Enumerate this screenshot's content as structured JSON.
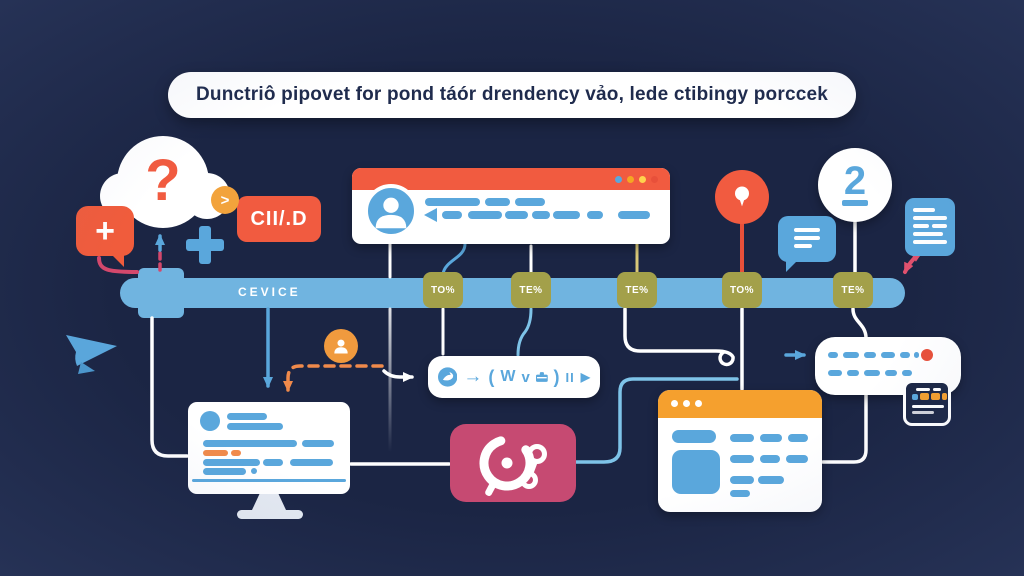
{
  "title": {
    "text": "Dunctriô pipovet for pond táór drendency vảo, lede ctibingy porccek"
  },
  "cloud": {
    "question_mark": "?"
  },
  "badges": {
    "plus_bubble": "+",
    "chevron": ">",
    "cicd": "CII/.D",
    "step_circle": "2"
  },
  "timeline": {
    "device_label": "CEVICE",
    "nodes": [
      {
        "label": "TO%"
      },
      {
        "label": "TE%"
      },
      {
        "label": "TE%"
      },
      {
        "label": "TO%"
      },
      {
        "label": "TE%"
      }
    ]
  },
  "command_bar": {
    "tokens": {
      "arrow": "→",
      "open_paren": "(",
      "w": "W",
      "v": "v",
      "close_paren": ")",
      "pause": "II",
      "play": "▶"
    }
  },
  "icons": [
    "cloud-icon",
    "question-mark",
    "plus-icon",
    "chevron-icon",
    "lightbulb-icon",
    "chat-bubble-icon",
    "document-icon",
    "megaphone-icon",
    "person-icon",
    "bird-icon",
    "briefcase-icon",
    "robot-arm-icon",
    "monitor-icon",
    "red-dot",
    "window-dots"
  ],
  "colors": {
    "background": "#1b2544",
    "accent_blue": "#5aa7dc",
    "timeline_blue": "#70b4e0",
    "node_olive": "#a3a04a",
    "orange_red": "#f15b40",
    "amber": "#f5a02e",
    "pink_box": "#c64a72",
    "pink_arrow": "#e0516e",
    "white": "#ffffff"
  }
}
